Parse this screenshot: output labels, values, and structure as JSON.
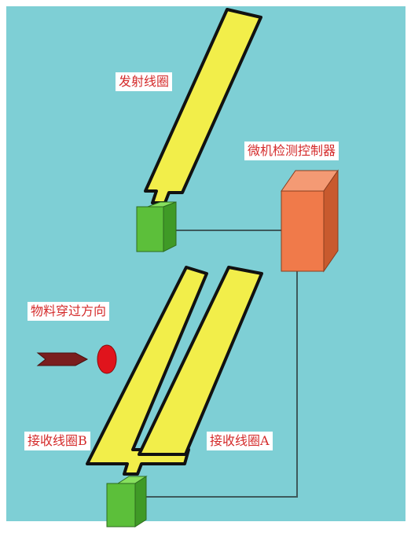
{
  "labels": {
    "transmit_coil": "发射线圈",
    "controller": "微机检测控制器",
    "material_direction": "物料穿过方向",
    "receive_coil_b": "接收线圈B",
    "receive_coil_a": "接收线圈A"
  },
  "colors": {
    "background": "#7ecfd5",
    "coil_fill": "#f2ee4a",
    "coil_stroke": "#111111",
    "junction_box": "#5cbf3a",
    "controller_box": "#f07a4a",
    "wire": "#3d5a5c",
    "arrow": "#7a1e1e",
    "material_dot": "#e0141c",
    "label_text": "#d42b2b"
  }
}
